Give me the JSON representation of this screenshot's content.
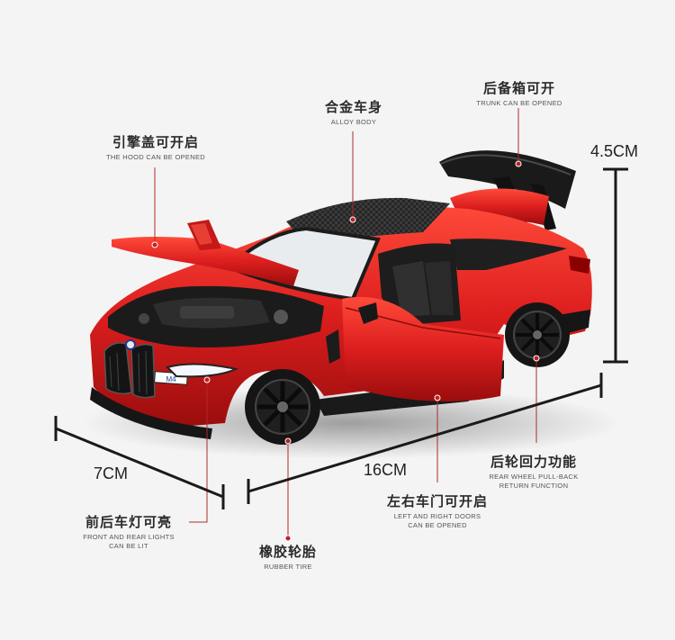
{
  "colors": {
    "car_body": "#d91d1d",
    "car_shadow": "#8e0c0c",
    "carbon": "#2b2b2b",
    "leader_line": "#b02a2a",
    "leader_dot": "#c02020",
    "dimension_line": "#1a1a1a",
    "background": "#f4f4f4"
  },
  "labels": {
    "hood": {
      "zh": "引擎盖可开启",
      "en": "THE HOOD CAN BE OPENED"
    },
    "body": {
      "zh": "合金车身",
      "en": "ALLOY BODY"
    },
    "trunk": {
      "zh": "后备箱可开",
      "en": "TRUNK CAN BE OPENED"
    },
    "lights": {
      "zh": "前后车灯可亮",
      "en1": "FRONT AND REAR LIGHTS",
      "en2": "CAN BE LIT"
    },
    "tire": {
      "zh": "橡胶轮胎",
      "en": "RUBBER TIRE"
    },
    "doors": {
      "zh": "左右车门可开启",
      "en1": "LEFT AND RIGHT DOORS",
      "en2": "CAN BE OPENED"
    },
    "pullback": {
      "zh": "后轮回力功能",
      "en1": "REAR WHEEL PULL-BACK",
      "en2": "RETURN FUNCTION"
    }
  },
  "dimensions": {
    "height": "4.5CM",
    "width": "7CM",
    "length": "16CM"
  },
  "badge": {
    "plate": "M4"
  }
}
